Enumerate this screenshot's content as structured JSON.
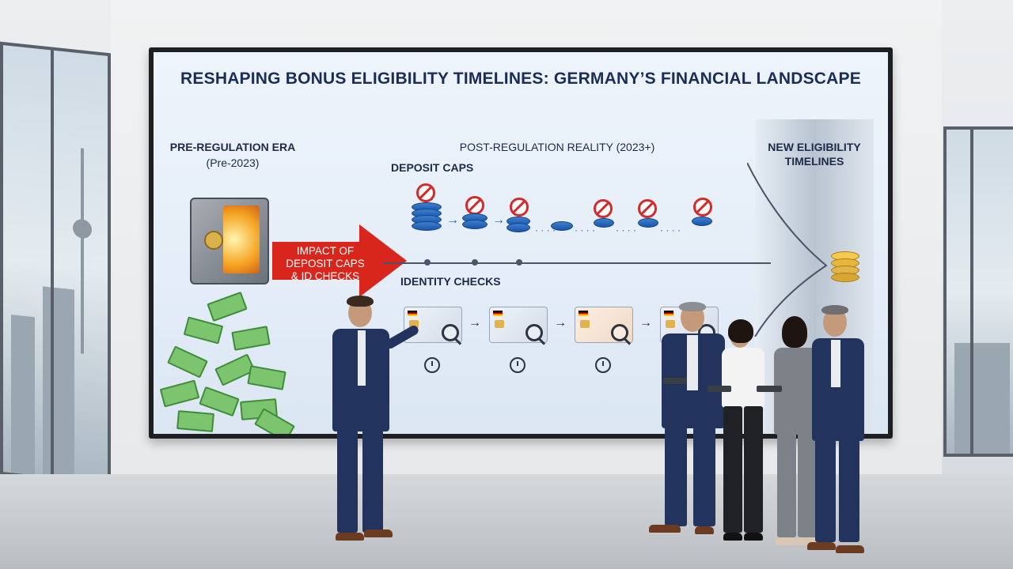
{
  "title": "RESHAPING BONUS ELIGIBILITY TIMELINES: GERMANY’S FINANCIAL LANDSCAPE",
  "pre_regulation": {
    "heading": "PRE-REGULATION ERA",
    "sub": "(Pre-2023)"
  },
  "arrow_text": [
    "IMPACT OF",
    "DEPOSIT CAPS",
    "& ID CHECKS"
  ],
  "post_regulation": {
    "heading": "POST-REGULATION REALITY (2023+)"
  },
  "deposit_caps_label": "DEPOSIT CAPS",
  "identity_checks_label": "IDENTITY CHECKS",
  "new_timelines": [
    "NEW ELIGIBILITY",
    "TIMELINES"
  ],
  "colors": {
    "title": "#1a2d5a",
    "arrow": "#d9261c",
    "coin_blue": "#1f5eb3",
    "gold": "#e2b34b",
    "cash": "#7cc46d"
  },
  "icons": [
    "vault-icon",
    "coin-stack-icon",
    "no-entry-icon",
    "id-card-icon",
    "magnifier-icon",
    "clock-icon",
    "gold-coins-icon",
    "cash-icon"
  ]
}
